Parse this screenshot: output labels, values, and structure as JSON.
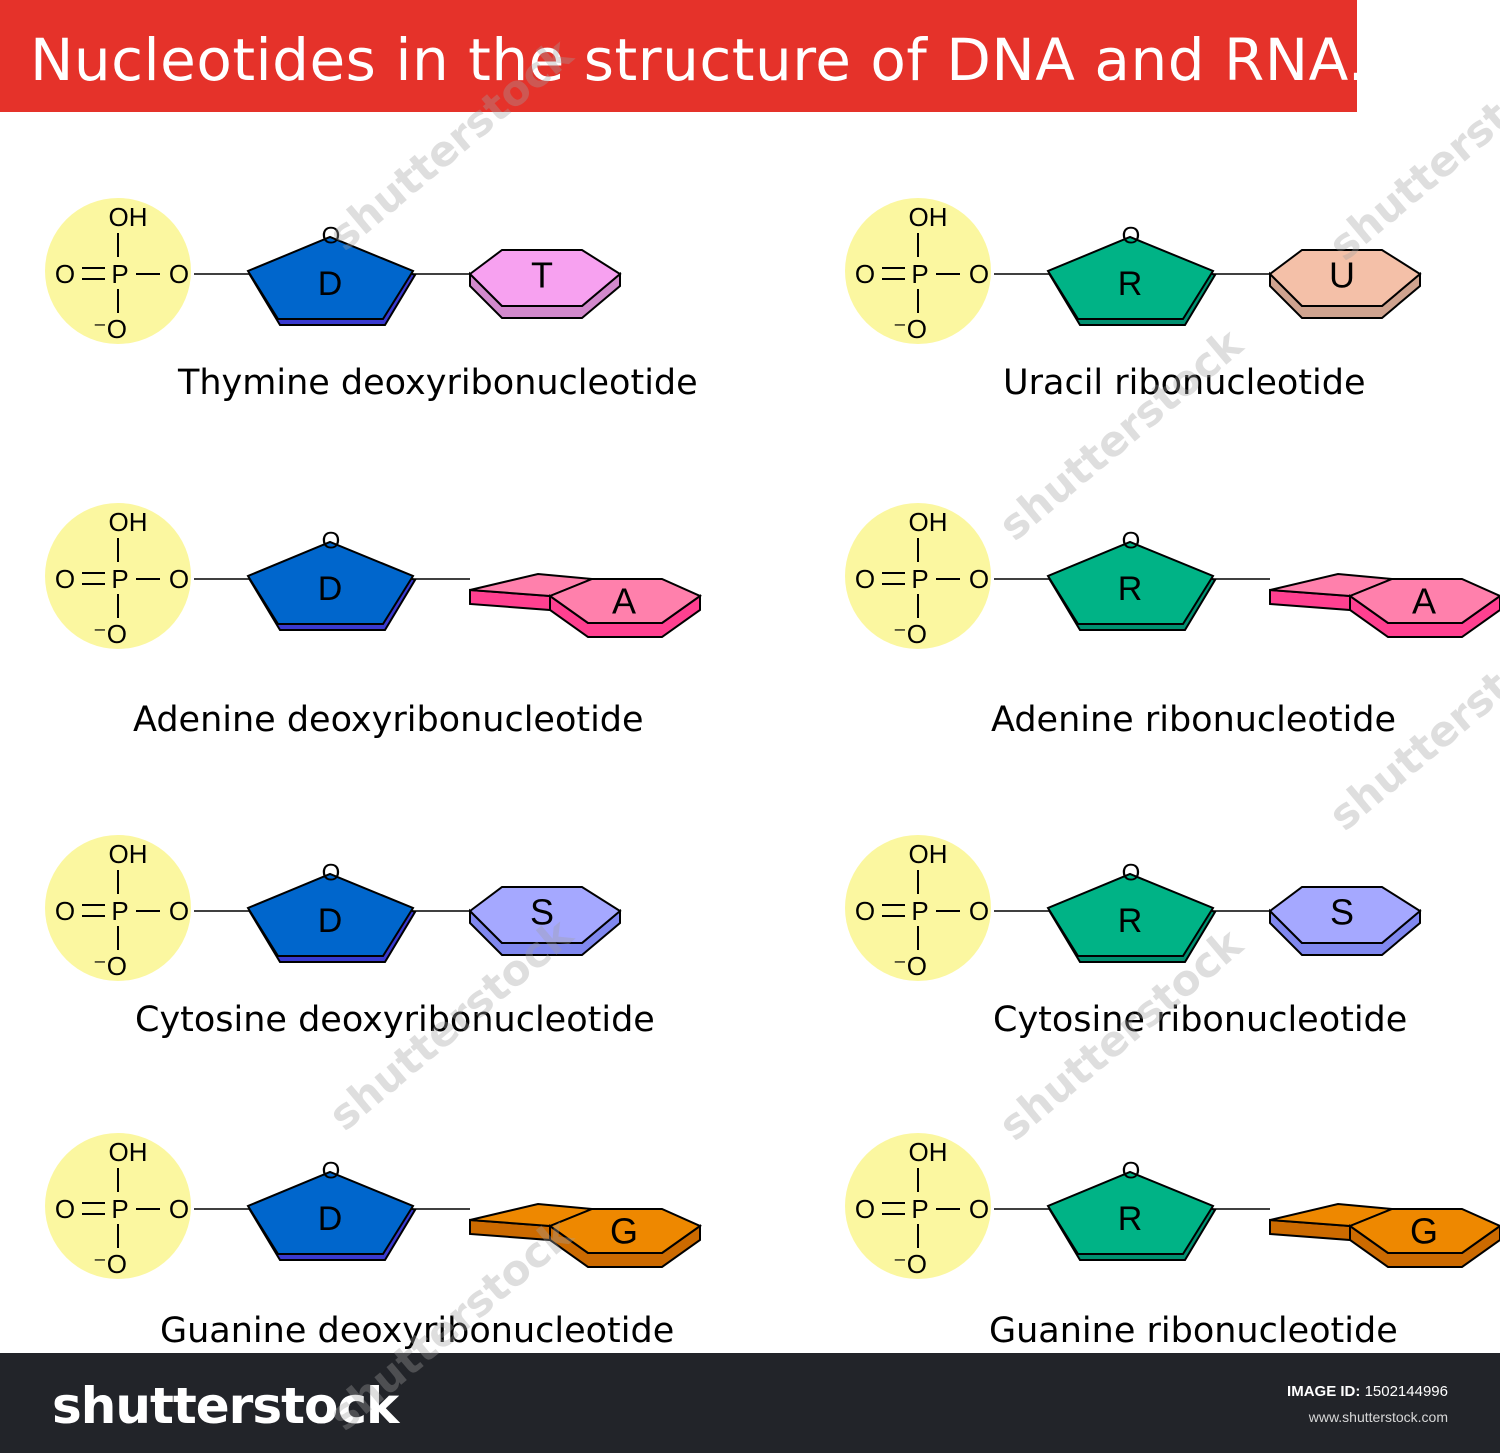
{
  "title": "Nucleotides in the structure of DNA and RNA.",
  "colors": {
    "title_bg": "#e5322a",
    "phosphate": "#fbf7a0",
    "deoxyribose": "#0066cc",
    "deoxyribose_edge": "#3a3ad0",
    "ribose": "#00b386",
    "ribose_edge": "#009070",
    "thymine": "#f7a1f0",
    "uracil": "#f4c0a8",
    "adenine": "#ff80ac",
    "adenine_side": "#ff4090",
    "cytosine": "#a5a8ff",
    "cytosine_side": "#8088f0",
    "guanine": "#ee8800",
    "guanine_side": "#cc6a00",
    "footer_bg": "#222429"
  },
  "phosphate_labels": {
    "oh": "OH",
    "o_double": "O",
    "p": "P",
    "o_link": "O",
    "o_minus": "⁻O",
    "ring_o": "O"
  },
  "nucleotides": [
    {
      "name": "Thymine deoxyribonucleotide",
      "sugar": "D",
      "sugar_type": "deoxyribose",
      "base": "T",
      "base_shape": "hexagon",
      "base_color": "thymine"
    },
    {
      "name": "Uracil ribonucleotide",
      "sugar": "R",
      "sugar_type": "ribose",
      "base": "U",
      "base_shape": "hexagon",
      "base_color": "uracil"
    },
    {
      "name": "Adenine deoxyribonucleotide",
      "sugar": "D",
      "sugar_type": "deoxyribose",
      "base": "A",
      "base_shape": "double",
      "base_color": "adenine"
    },
    {
      "name": "Adenine ribonucleotide",
      "sugar": "R",
      "sugar_type": "ribose",
      "base": "A",
      "base_shape": "double",
      "base_color": "adenine"
    },
    {
      "name": "Cytosine deoxyribonucleotide",
      "sugar": "D",
      "sugar_type": "deoxyribose",
      "base": "S",
      "base_shape": "hexagon",
      "base_color": "cytosine"
    },
    {
      "name": "Cytosine ribonucleotide",
      "sugar": "R",
      "sugar_type": "ribose",
      "base": "S",
      "base_shape": "hexagon",
      "base_color": "cytosine"
    },
    {
      "name": "Guanine deoxyribonucleotide",
      "sugar": "D",
      "sugar_type": "deoxyribose",
      "base": "G",
      "base_shape": "double",
      "base_color": "guanine"
    },
    {
      "name": "Guanine ribonucleotide",
      "sugar": "R",
      "sugar_type": "ribose",
      "base": "G",
      "base_shape": "double",
      "base_color": "guanine"
    }
  ],
  "watermark": "shutterstock",
  "footer": {
    "brand": "shutterstock",
    "image_id_label": "IMAGE ID:",
    "image_id": "1502144996",
    "url": "www.shutterstock.com"
  }
}
